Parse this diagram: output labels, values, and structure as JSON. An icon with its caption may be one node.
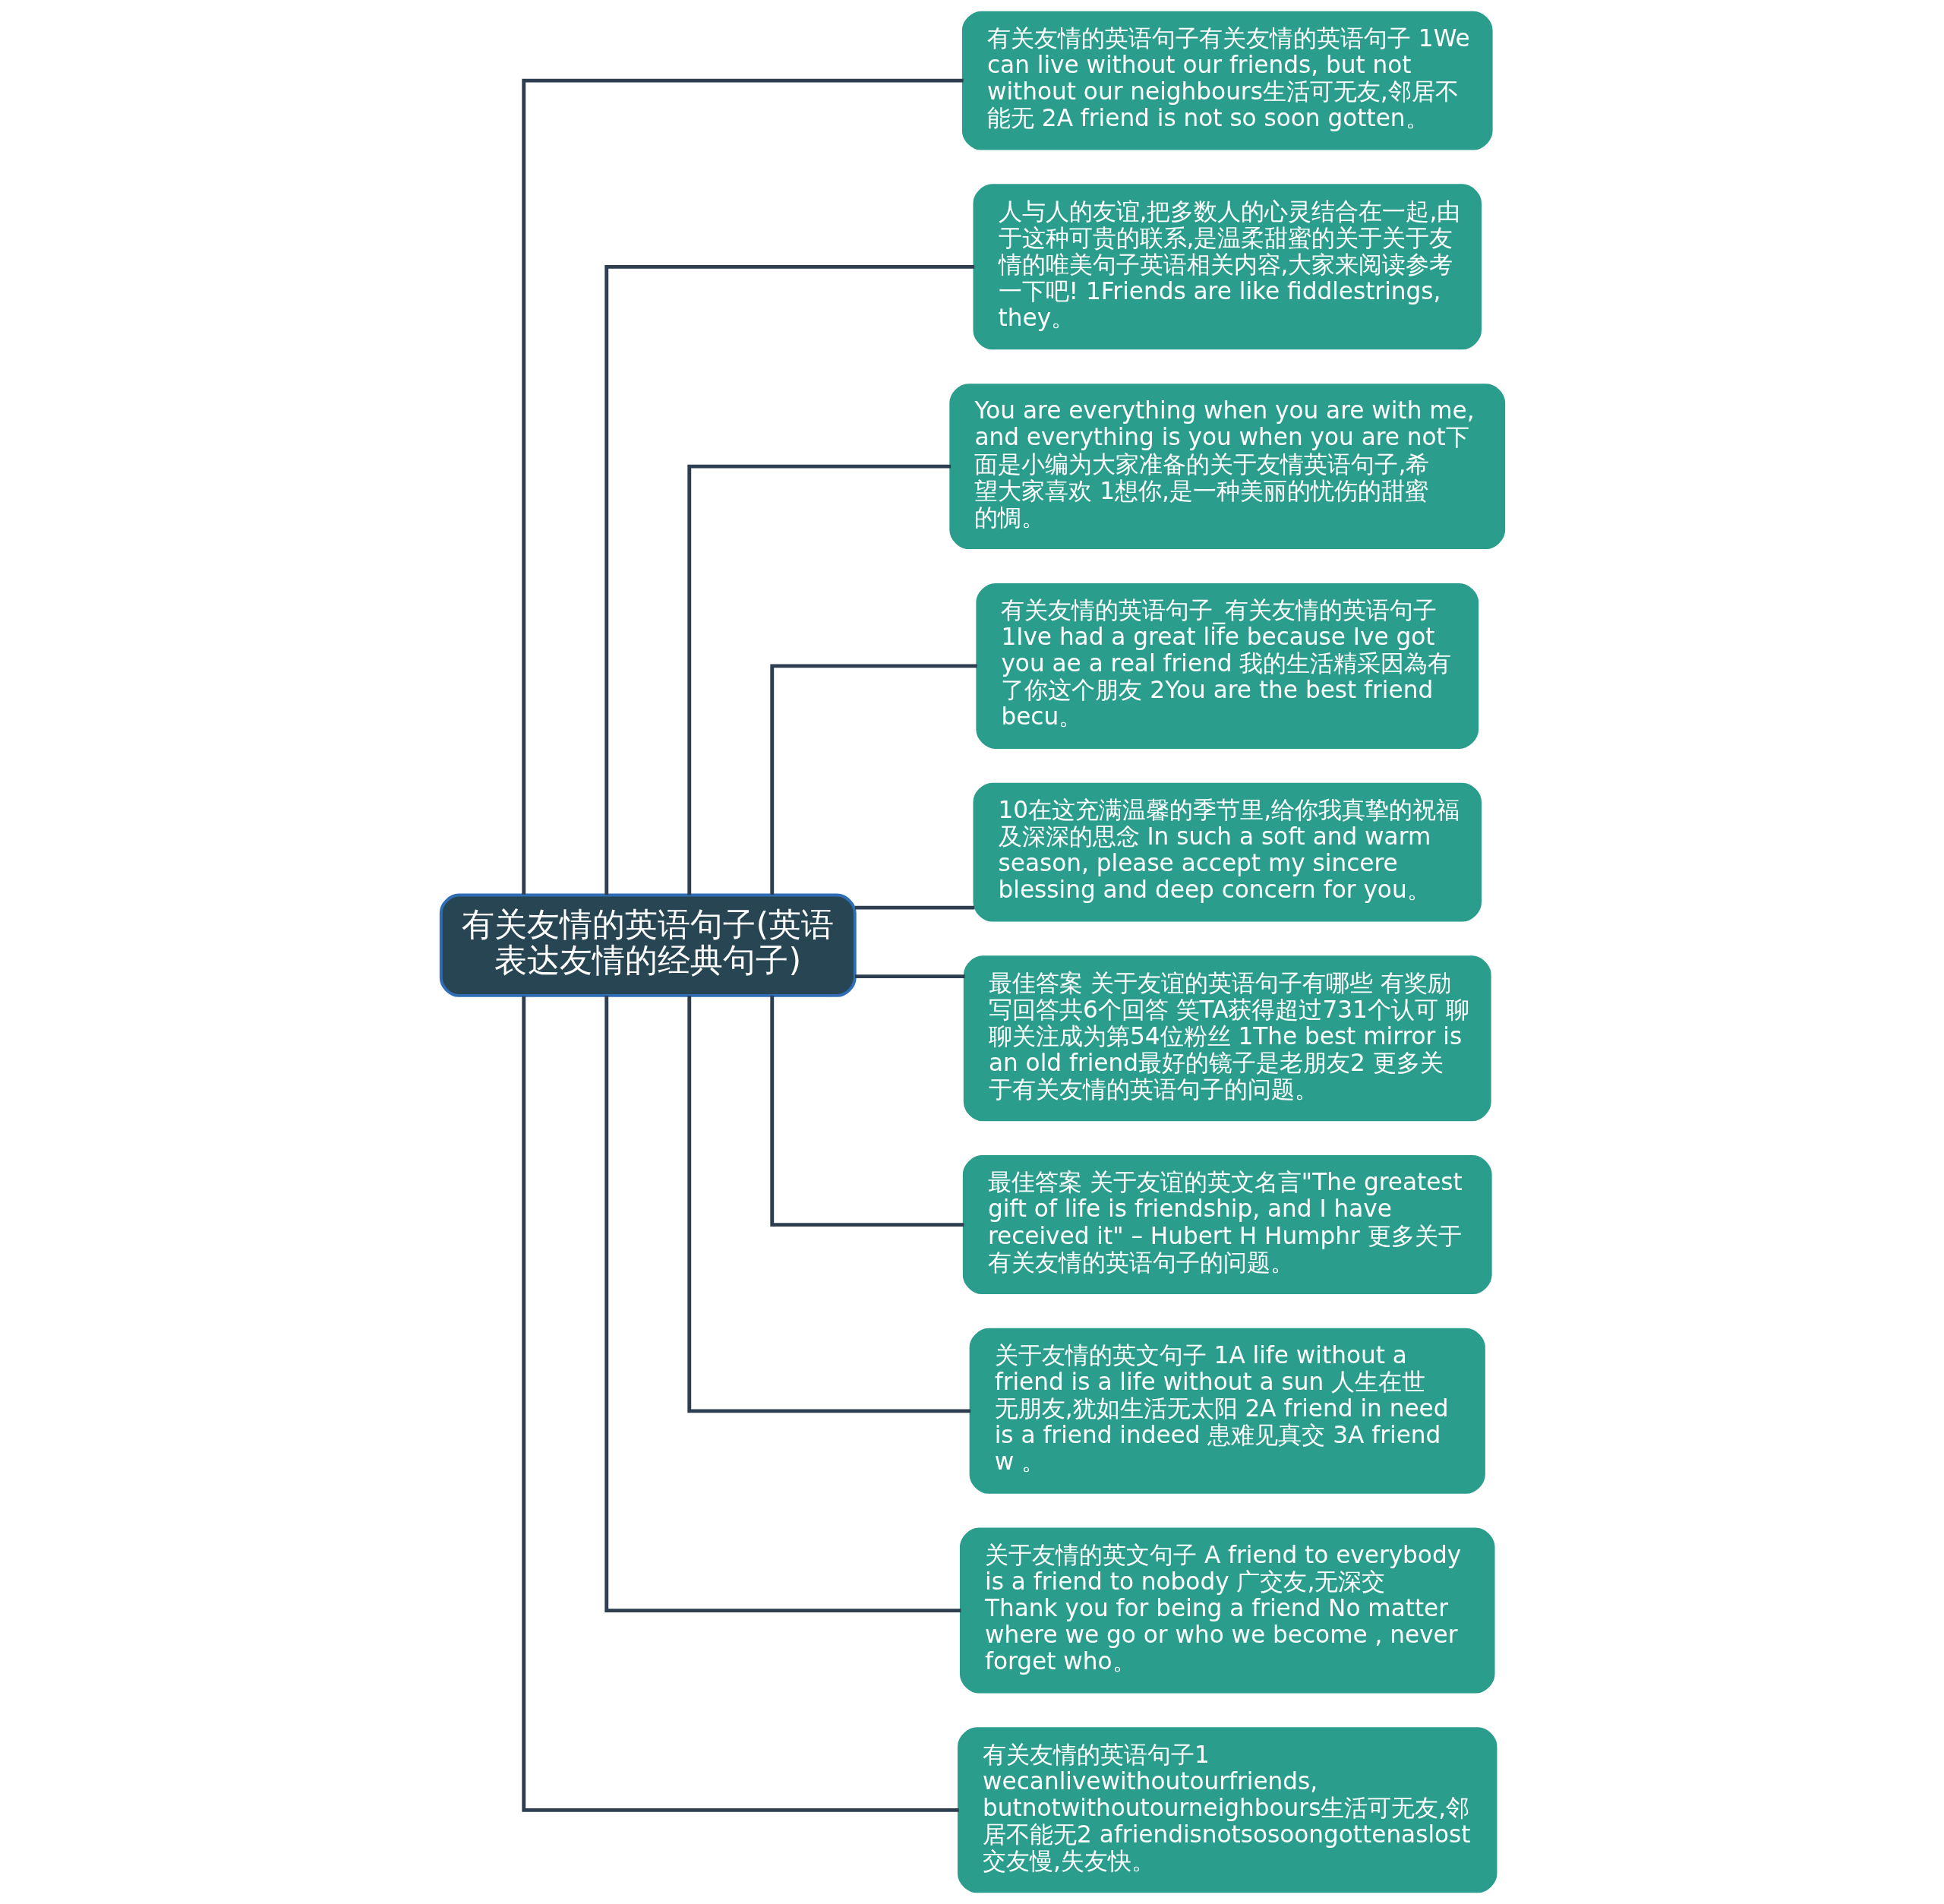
{
  "diagram": {
    "nodes": [
      {
        "text": [
          "有关友情的英语句子(英语表达友情的经典句子)"
        ]
      },
      {
        "text": [
          "有关友情的英语句子有关友情的英语句子 1We can live without our friends, but not without our neighbours生活可无友,邻居不能无 2A friend is not so soon gotten。"
        ]
      },
      {
        "text": [
          "人与人的友谊,把多数人的心灵结合在一起,由于这种可贵的联系,是温柔甜蜜的关于关于友情的唯美句子英语相关内容,大家来阅读参考一下吧! 1Friends are like fiddlestrings, they。"
        ]
      },
      {
        "text": [
          "You are everything when you are with me, and everything is you when you are not下面是小编为大家准备的关于友情英语句子,希望大家喜欢 1想你,是一种美丽的忧伤的甜蜜的惆。"
        ]
      },
      {
        "text": [
          "有关友情的英语句子_有关友情的英语句子 1Ive had a great life because Ive got you ae a real friend 我的生活精采因為有了你这个朋友 2You are the best friend becu。"
        ]
      },
      {
        "text": [
          "10在这充满温馨的季节里,给你我真挚的祝福及深深的思念 In such a soft and warm season, please accept my sincere blessing and deep concern for you。"
        ]
      },
      {
        "text": [
          "最佳答案 关于友谊的英语句子有哪些 有奖励写回答共6个回答 笑TA获得超过731个认可 聊聊关注成为第54位粉丝 1The best mirror is an old friend最好的镜子是老朋友2 更多关于有关友情的英语句子的问题。"
        ]
      },
      {
        "text": [
          "最佳答案 关于友谊的英文名言\"The greatest gift of life is friendship, and I have received it\" – Hubert H Humphr 更多关于有关友情的英语句子的问题。"
        ]
      },
      {
        "text": [
          "关于友情的英文句子 1A life without a friend is a life without a sun 人生在世无朋友,犹如生活无太阳 2A friend in need is a friend indeed 患难见真交 3A friend w 。"
        ]
      },
      {
        "text": [
          "关于友情的英文句子 A friend to everybody is a friend to nobody 广交友,无深交 Thank you for being a friend No matter where we go or who we become , never forget who。"
        ]
      },
      {
        "text": [
          "有关友情的英语句子1 wecanlivewithoutourfriends, butnotwithoutourneighbours生活可无友,邻居不能无2 afriendisnotsosoongottenaslost 交友慢,失友快。"
        ]
      }
    ],
    "edges": [
      {
        "from": 0,
        "to": 1,
        "arrow": "none"
      },
      {
        "from": 0,
        "to": 2,
        "arrow": "none"
      },
      {
        "from": 0,
        "to": 3,
        "arrow": "none"
      },
      {
        "from": 0,
        "to": 4,
        "arrow": "none"
      },
      {
        "from": 0,
        "to": 5,
        "arrow": "none"
      },
      {
        "from": 0,
        "to": 6,
        "arrow": "none"
      },
      {
        "from": 0,
        "to": 7,
        "arrow": "none"
      },
      {
        "from": 0,
        "to": 8,
        "arrow": "none"
      },
      {
        "from": 0,
        "to": 9,
        "arrow": "none"
      },
      {
        "from": 0,
        "to": 10,
        "arrow": "none"
      }
    ]
  }
}
